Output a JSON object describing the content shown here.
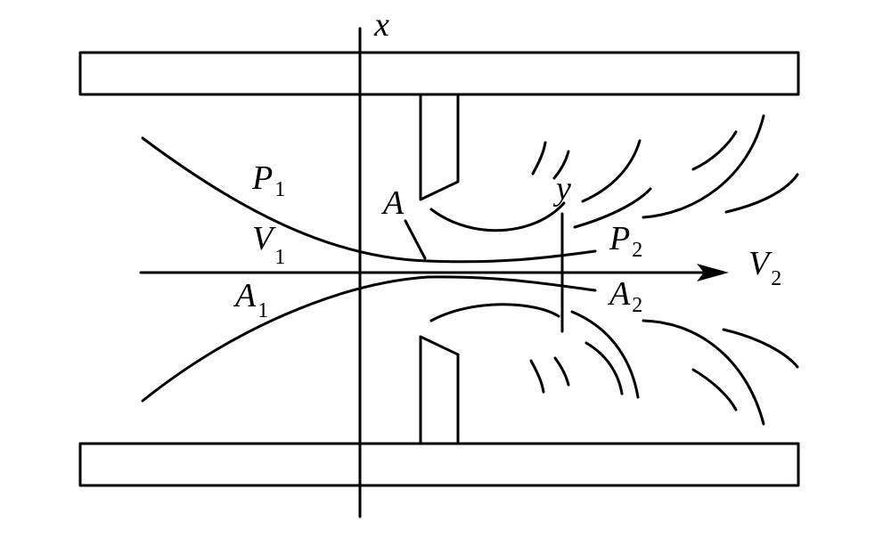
{
  "labels": {
    "x_axis": "x",
    "y_axis": "y",
    "point_a": "A",
    "p1": {
      "main": "P",
      "sub": "1"
    },
    "v1": {
      "main": "V",
      "sub": "1"
    },
    "a1": {
      "main": "A",
      "sub": "1"
    },
    "p2": {
      "main": "P",
      "sub": "2"
    },
    "a2": {
      "main": "A",
      "sub": "2"
    },
    "v2": {
      "main": "V",
      "sub": "2"
    }
  },
  "colors": {
    "stroke": "#000000",
    "background": "#ffffff"
  }
}
